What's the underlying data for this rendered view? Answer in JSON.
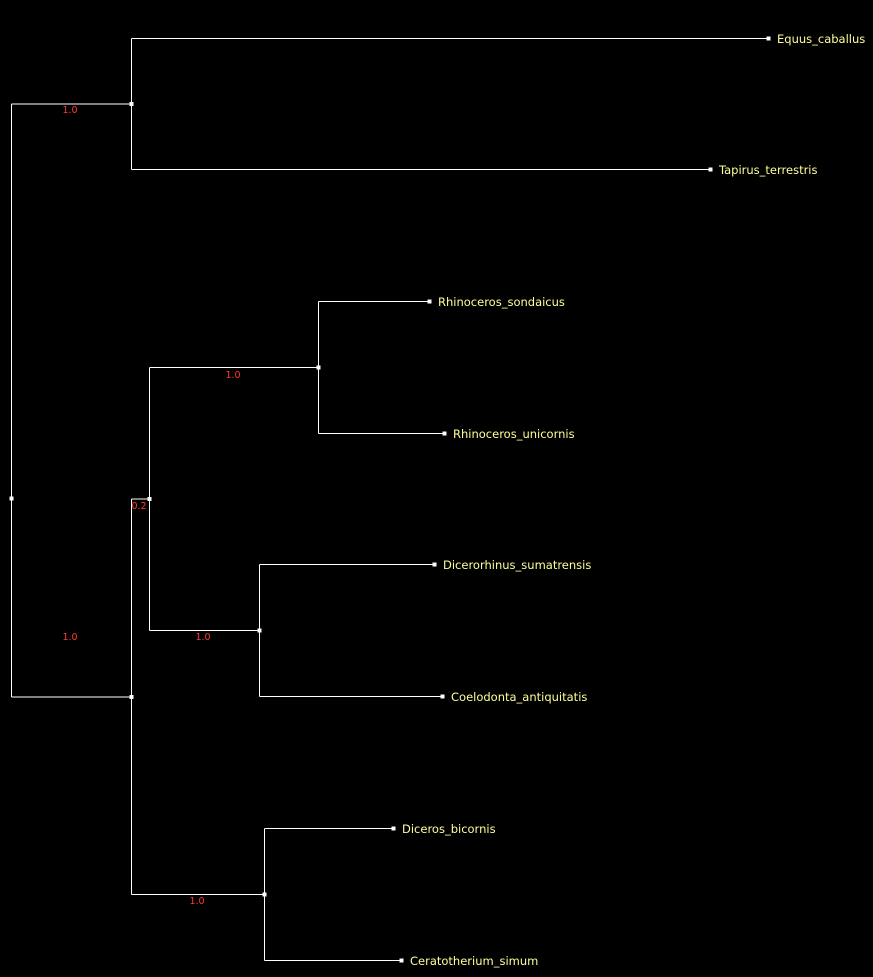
{
  "colors": {
    "background": "#000000",
    "branch": "#ffffff",
    "tip_label": "#ffff99",
    "support_label": "#ff3b3b"
  },
  "tree": {
    "support_values": {
      "perissodactyla_split": "1.0",
      "odd_toed_pair": "1.0",
      "rhinocerotidae": "1.0",
      "asian_african_split": "0.2",
      "rhinoceros_genus": "1.0",
      "dicerorhinus_coelodonta": "1.0",
      "african_rhinos": "1.0"
    },
    "taxa": {
      "equus": "Equus_caballus",
      "tapirus": "Tapirus_terrestris",
      "rh_sondaicus": "Rhinoceros_sondaicus",
      "rh_unicornis": "Rhinoceros_unicornis",
      "dicerorhinus": "Dicerorhinus_sumatrensis",
      "coelodonta": "Coelodonta_antiquitatis",
      "diceros": "Diceros_bicornis",
      "ceratotherium": "Ceratotherium_simum"
    }
  }
}
